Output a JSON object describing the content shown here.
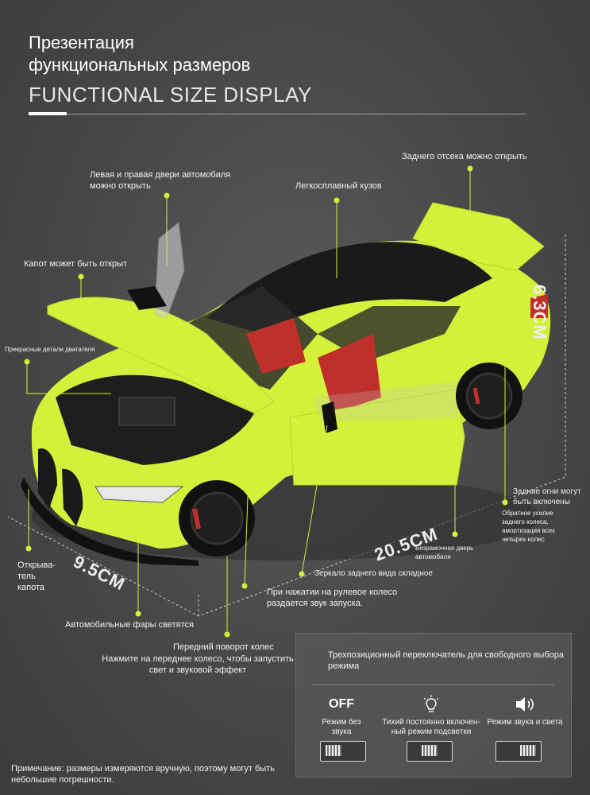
{
  "header": {
    "title_ru_line1": "Презентация",
    "title_ru_line2": "функциональных размеров",
    "title_en": "FUNCTIONAL SIZE DISPLAY"
  },
  "labels": {
    "doors": "Левая и правая двери автомобиля можно открыть",
    "body": "Легкосплавный кузов",
    "trunk": "Заднего отсека можно открыть",
    "hood": "Капот может быть открыт",
    "engine": "Прекрасные детали двигателя",
    "rear_lights": "Задние огни могут быть включены",
    "suspension": "Обратное усилие заднего колеса, амортизация всех четырех колес",
    "frameless_door": "Безрамочная дверь автомобиля",
    "mirror": "Зеркало заднего вида складное",
    "steering": "При нажатии на рулевое колесо раздается звук запуска.",
    "hood_opener": "Открыва-тель капота",
    "headlights": "Автомобильные фары светятся",
    "front_steer_title": "Передний поворот колес",
    "front_steer_desc": "Нажмите на переднее колесо, чтобы запустить свет и звуковой эффект"
  },
  "dimensions": {
    "height": "6.3CM",
    "length": "20.5CM",
    "width": "9.5CM"
  },
  "panel": {
    "title": "Трехпозиционный переключатель для свободного выбора режима",
    "off_icon_text": "OFF",
    "mode1": "Режим без звука",
    "mode2": "Тихий постоянно включен-ный режим подсветки",
    "mode3": "Режим звука и света"
  },
  "note": "Примечание: размеры измеряются вручную, поэтому могут быть небольшие погрешности.",
  "colors": {
    "car_body": "#d4f03a",
    "roof": "#1a1a1a",
    "interior": "#c0302a",
    "dot": "#d4f03a"
  }
}
